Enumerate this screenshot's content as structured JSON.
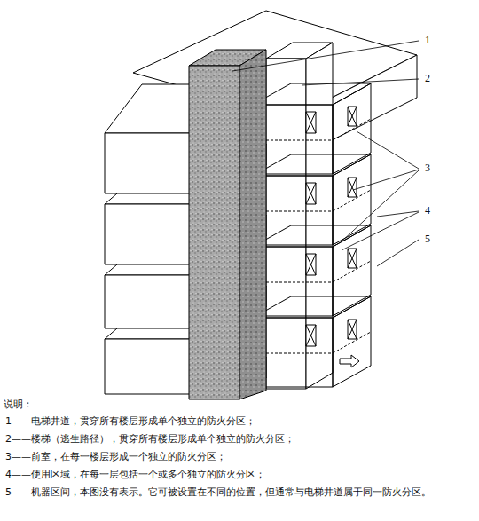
{
  "diagram": {
    "labels": [
      "1",
      "2",
      "3",
      "4",
      "5",
      "说明：",
      "1——电梯井道，贯穿所有楼层形成单个独立的防火分区；",
      "2——楼梯（逃生路径），贯穿所有楼层形成单个独立的防火分区；",
      "3——前室，在每一楼层形成一个独立的防火分区；",
      "4——使用区域，在每一层包括一个或多个独立的防火分区；",
      "5——机器区间，本图没有表示。它可被设置在不同的位置，但通常与电梯井道属于同一防火分区。"
    ]
  }
}
